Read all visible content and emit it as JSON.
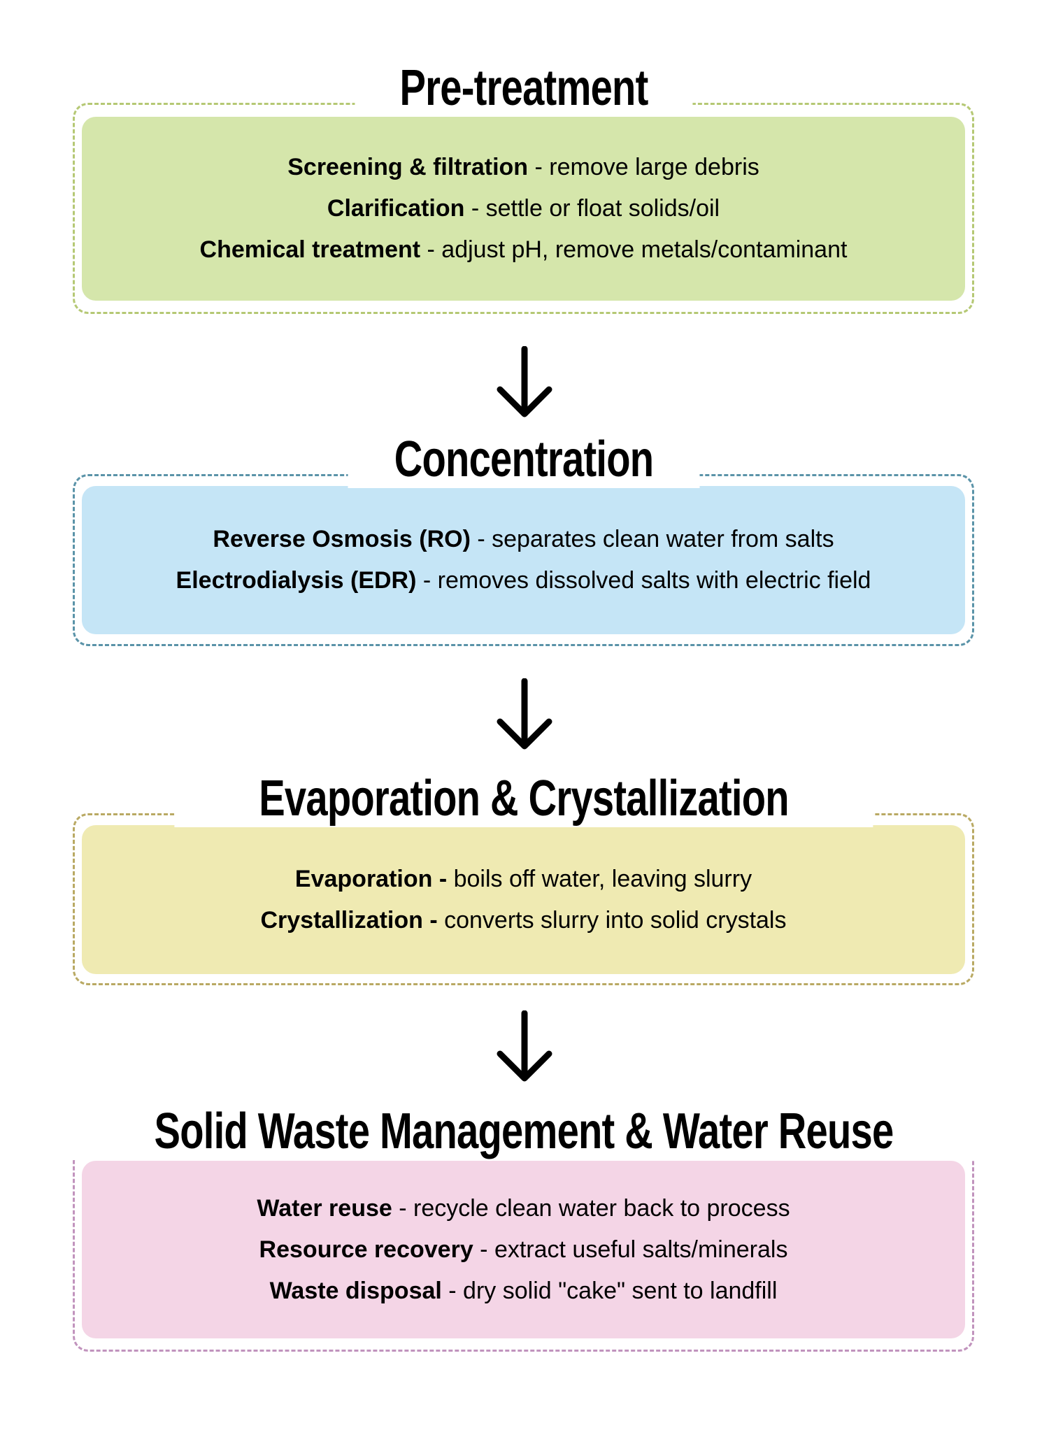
{
  "stages": [
    {
      "title": "Pre-treatment",
      "fill_color": "#d5e6ab",
      "border_color": "#b5c874",
      "items": [
        {
          "term": "Screening & filtration",
          "desc": " - remove large debris"
        },
        {
          "term": "Clarification",
          "desc": " - settle or float solids/oil"
        },
        {
          "term": "Chemical treatment",
          "desc": " - adjust pH, remove metals/contaminant"
        }
      ]
    },
    {
      "title": "Concentration",
      "fill_color": "#c5e5f6",
      "border_color": "#5a93a8",
      "items": [
        {
          "term": "Reverse Osmosis (RO)",
          "desc": " - separates clean water from salts"
        },
        {
          "term": "Electrodialysis (EDR)",
          "desc": " - removes dissolved salts with electric field"
        }
      ]
    },
    {
      "title": "Evaporation & Crystallization",
      "fill_color": "#efeab2",
      "border_color": "#b9a963",
      "items": [
        {
          "term": "Evaporation -",
          "desc": " boils off water, leaving slurry"
        },
        {
          "term": "Crystallization -",
          "desc": " converts slurry into solid crystals"
        }
      ]
    },
    {
      "title": "Solid Waste Management & Water Reuse",
      "fill_color": "#f4d5e6",
      "border_color": "#c193bd",
      "items": [
        {
          "term": "Water reuse",
          "desc": " - recycle clean water back to process"
        },
        {
          "term": "Resource recovery",
          "desc": " - extract useful salts/minerals"
        },
        {
          "term": "Waste disposal",
          "desc": " - dry solid \"cake\" sent to landfill"
        }
      ]
    }
  ]
}
